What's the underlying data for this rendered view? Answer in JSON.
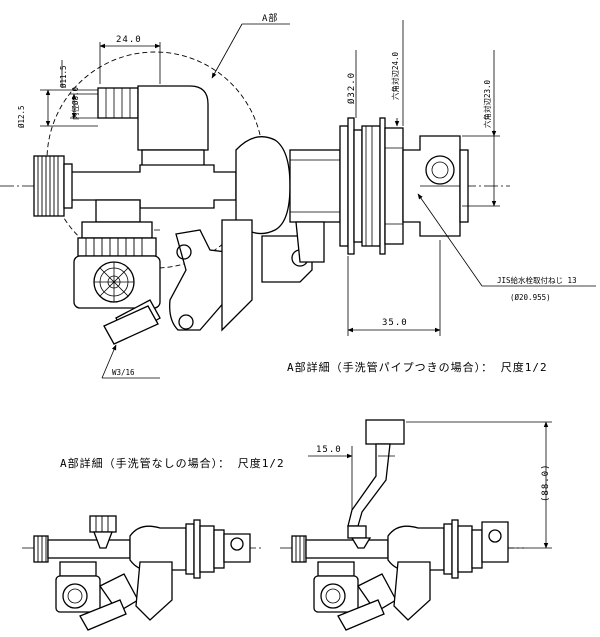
{
  "top_view": {
    "callout_a": "A部",
    "dim_24": "24.0",
    "dim_d11_5": "Ø11.5",
    "dim_inner_d8": "内径Ø8.0",
    "dim_d12_5": "Ø12.5",
    "dim_d32": "Ø32.0",
    "dim_hex24": "六角対辺24.0",
    "dim_hex23": "六角対辺23.0",
    "dim_35": "35.0",
    "jis_label": "JIS給水栓取付ねじ 13",
    "jis_sub": "(Ø20.955)",
    "w_label": "W3/16"
  },
  "detail_with_pipe": {
    "caption": "A部詳細（手洗管パイプつきの場合）： 尺度1/2",
    "dim_15": "15.0",
    "dim_88": "(88.0)"
  },
  "detail_without_pipe": {
    "caption": "A部詳細（手洗管なしの場合）： 尺度1/2"
  }
}
